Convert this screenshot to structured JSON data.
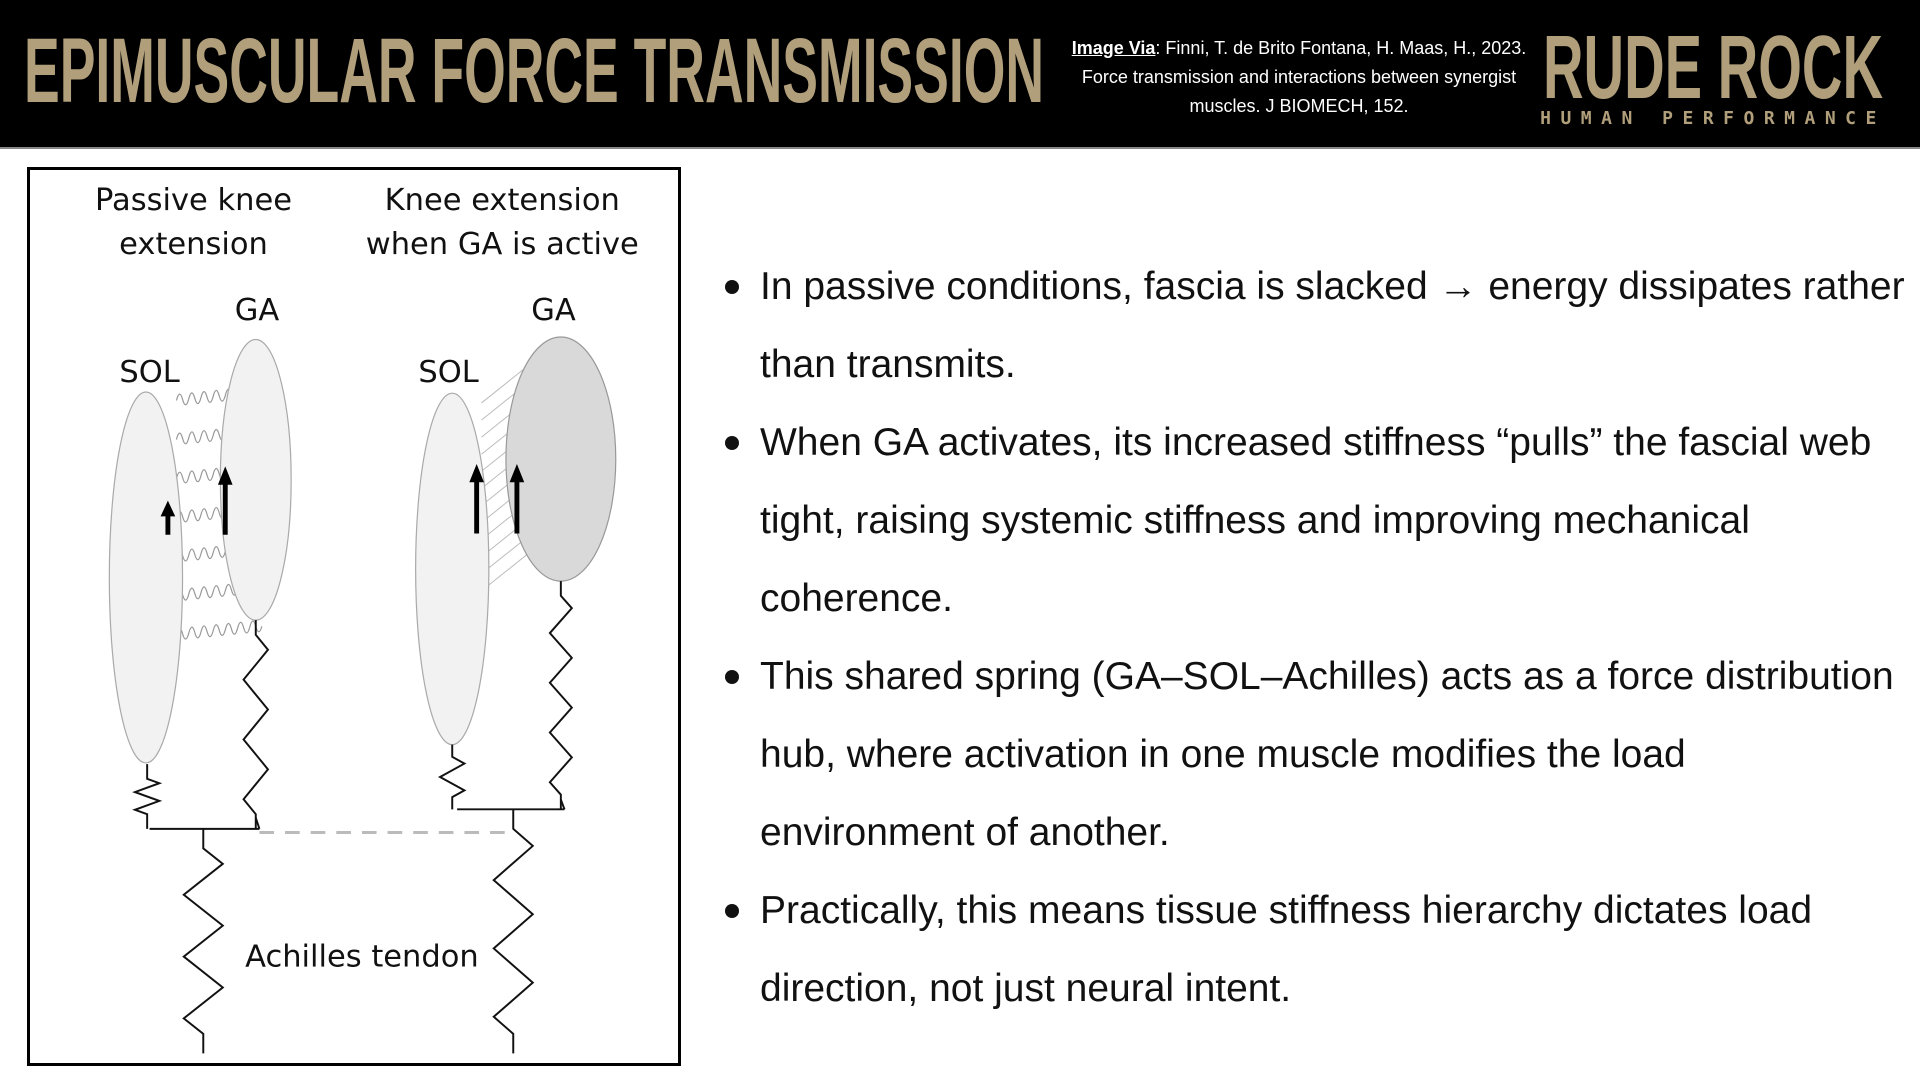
{
  "header": {
    "title": "EPIMUSCULAR FORCE TRANSMISSION",
    "citation_label": "Image  Via",
    "citation_text": ": Finni, T. de Brito Fontana, H.  Maas, H., 2023. Force transmission and interactions between synergist muscles. J BIOMECH, 152.",
    "logo_main": "RUDE ROCK",
    "logo_sub": "HUMAN PERFORMANCE",
    "brand_color": "#b09f7a"
  },
  "figure": {
    "left_title_1": "Passive knee",
    "left_title_2": "extension",
    "right_title_1": "Knee extension",
    "right_title_2": "when GA is active",
    "ga_left": "GA",
    "ga_right": "GA",
    "sol_left": "SOL",
    "sol_right": "SOL",
    "achilles": "Achilles tendon"
  },
  "bullets": [
    "In passive conditions, fascia is slacked → energy dissipates rather than transmits.",
    "When GA activates, its increased stiffness “pulls” the fascial web tight, raising systemic stiffness and improving mechanical coherence.",
    "This shared spring (GA–SOL–Achilles) acts as a force distribution hub, where activation in one muscle modifies the load environment of another.",
    "Practically, this means tissue stiffness hierarchy dictates load direction, not just neural intent."
  ]
}
